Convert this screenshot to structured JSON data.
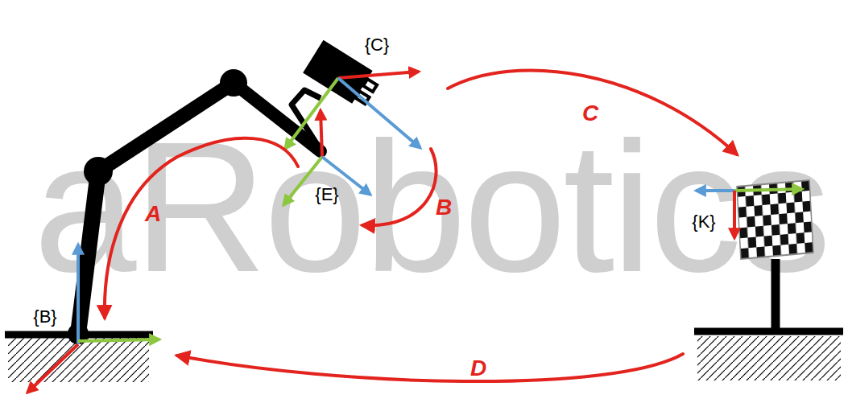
{
  "diagram": {
    "labels": [
      "aRobotics",
      "{C}",
      "C",
      "A",
      "{E}",
      "B",
      "{K}",
      "{B}",
      "D"
    ]
  }
}
